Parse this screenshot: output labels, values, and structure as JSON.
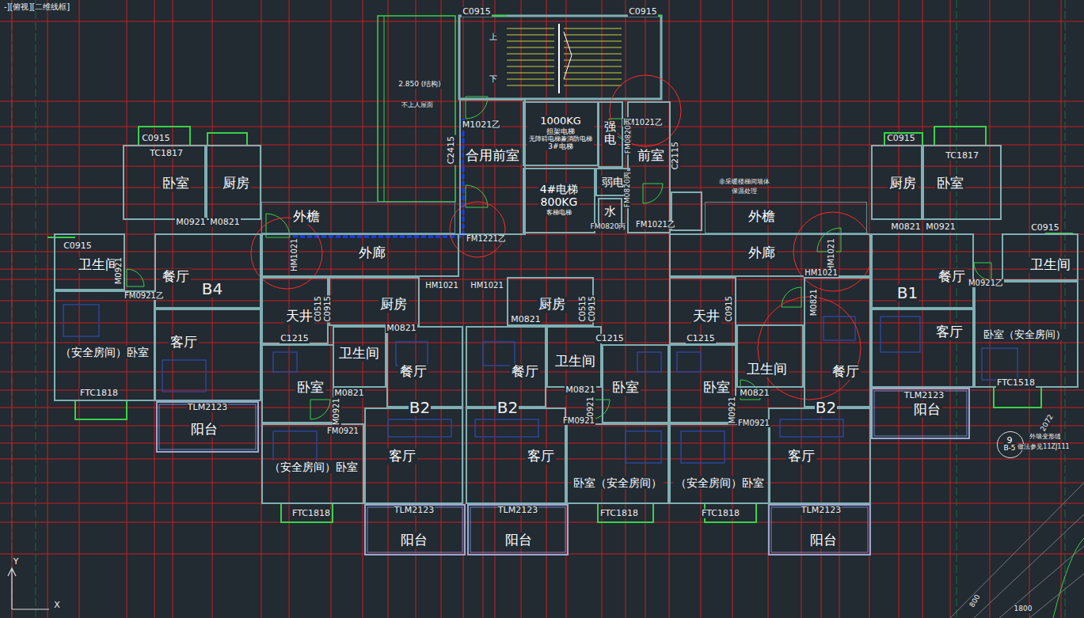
{
  "diagram": {
    "nodes": [
      {
        "text": [
          "卧室"
        ]
      },
      {
        "text": [
          "厨房"
        ]
      },
      {
        "text": [
          "卫生间"
        ]
      },
      {
        "text": [
          "餐厅"
        ]
      },
      {
        "text": [
          "客厅"
        ]
      },
      {
        "text": [
          "（安全房间）卧室"
        ]
      },
      {
        "text": [
          "阳台"
        ]
      },
      {
        "text": [
          "外檐"
        ]
      },
      {
        "text": [
          "外廊"
        ]
      },
      {
        "text": [
          "合用前室"
        ]
      },
      {
        "text": [
          "1000KG",
          "担架电梯",
          "无障碍电梯兼消防电梯",
          "3#电梯"
        ]
      },
      {
        "text": [
          "4#电梯",
          "800KG",
          "客梯电梯"
        ]
      },
      {
        "text": [
          "强电"
        ]
      },
      {
        "text": [
          "弱电"
        ]
      },
      {
        "text": [
          "水"
        ]
      },
      {
        "text": [
          "前室"
        ]
      },
      {
        "text": [
          "外檐"
        ]
      },
      {
        "text": [
          "外廊"
        ]
      },
      {
        "text": [
          "天井"
        ]
      },
      {
        "text": [
          "厨房"
        ]
      },
      {
        "text": [
          "卫生间"
        ]
      },
      {
        "text": [
          "餐厅"
        ]
      },
      {
        "text": [
          "卧室"
        ]
      },
      {
        "text": [
          "客厅"
        ]
      },
      {
        "text": [
          "（安全房间）卧室"
        ]
      },
      {
        "text": [
          "阳台"
        ]
      },
      {
        "text": [
          "厨房"
        ]
      },
      {
        "text": [
          "卫生间"
        ]
      },
      {
        "text": [
          "餐厅"
        ]
      },
      {
        "text": [
          "卧室"
        ]
      },
      {
        "text": [
          "客厅"
        ]
      },
      {
        "text": [
          "卧室（安全房间）"
        ]
      },
      {
        "text": [
          "阳台"
        ]
      },
      {
        "text": [
          "天井"
        ]
      },
      {
        "text": [
          "卫生间"
        ]
      },
      {
        "text": [
          "餐厅"
        ]
      },
      {
        "text": [
          "卧室"
        ]
      },
      {
        "text": [
          "客厅"
        ]
      },
      {
        "text": [
          "（安全房间）卧室"
        ]
      },
      {
        "text": [
          "阳台"
        ]
      },
      {
        "text": [
          "厨房"
        ]
      },
      {
        "text": [
          "卧室"
        ]
      },
      {
        "text": [
          "餐厅"
        ]
      },
      {
        "text": [
          "客厅"
        ]
      },
      {
        "text": [
          "卫生间"
        ]
      },
      {
        "text": [
          "卧室（安全房间）"
        ]
      },
      {
        "text": [
          "阳台"
        ]
      },
      {
        "text": [
          "9",
          "B-5"
        ]
      }
    ],
    "labels": [
      "-][俯视][二维线框]",
      "C0915",
      "C0915",
      "上",
      "下",
      "2.850 (结构)",
      "不上人屋面",
      "M1021乙",
      "FM1021乙",
      "C2415",
      "C2115",
      "FM0820丙",
      "FM0820丙",
      "FM0820丙",
      "FM1021乙",
      "FM1221乙",
      "非采暖楼梯间墙体",
      "保温处理",
      "HM1021",
      "C0915",
      "TC1817",
      "M0921",
      "M0821",
      "C0915",
      "M0921",
      "B4",
      "FM0921乙",
      "FTC1818",
      "TLM2123",
      "C0515",
      "C0915",
      "HM1021",
      "M0821",
      "C1215",
      "M0821",
      "M0921",
      "B2",
      "FM0921",
      "FTC1818",
      "TLM2123",
      "HM1021",
      "M0821",
      "C0515",
      "C0915",
      "C1215",
      "M0821",
      "M0921",
      "B2",
      "FM0921",
      "FTC1818",
      "TLM2123",
      "C0915",
      "C1215",
      "HM1021",
      "HM1021",
      "M0821",
      "M0821",
      "M0921",
      "FM0921",
      "B2",
      "FTC1818",
      "TLM2123",
      "C0915",
      "TC1817",
      "M0821",
      "M0921",
      "C0915",
      "M0921乙",
      "B1",
      "TLM2123",
      "FTC1518",
      "外墙变形缝",
      "做法参见11ZJ111",
      "2072",
      "800",
      "1800",
      "Y",
      "X"
    ]
  }
}
